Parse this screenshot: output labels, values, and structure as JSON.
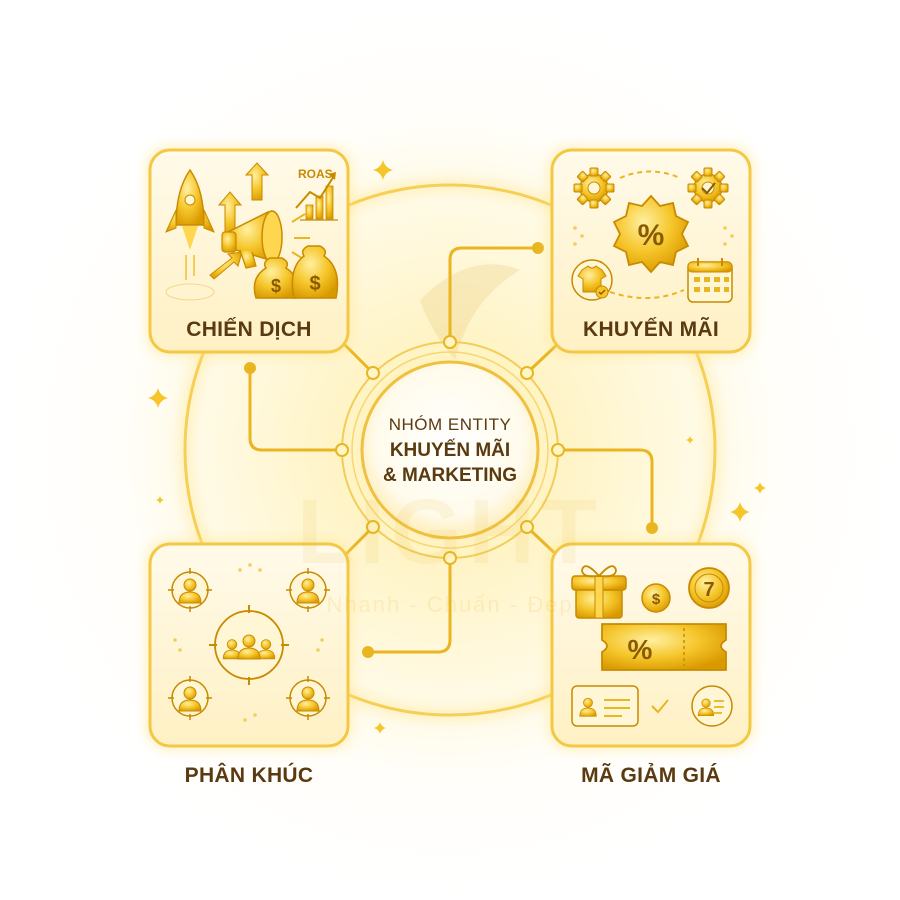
{
  "center": {
    "subtitle": "NHÓM ENTITY",
    "title_line1": "KHUYẾN MÃI",
    "title_line2": "& MARKETING"
  },
  "nodes": [
    {
      "id": "campaign",
      "label": "CHIẾN DỊCH",
      "chart_tag": "ROAS"
    },
    {
      "id": "promotion",
      "label": "KHUYẾN MÃI"
    },
    {
      "id": "segment",
      "label": "PHÂN KHÚC"
    },
    {
      "id": "coupon",
      "label": "MÃ GIẢM GIÁ",
      "coin_number": "7"
    }
  ],
  "watermark": {
    "logo_text": "LIGHT",
    "slogan": "Nhanh - Chuẩn - Đẹp"
  },
  "icons": {
    "campaign": [
      "rocket-icon",
      "megaphone-icon",
      "growth-chart-icon",
      "money-bag-icon",
      "arrow-up-icon"
    ],
    "promotion": [
      "gear-icon",
      "percent-badge-icon",
      "calendar-icon",
      "tshirt-icon"
    ],
    "segment": [
      "target-person-icon",
      "group-icon"
    ],
    "coupon": [
      "gift-icon",
      "coin-icon",
      "ticket-icon",
      "id-card-icon"
    ]
  },
  "colors": {
    "gold": "#f2b705",
    "gold_dark": "#c88a00",
    "gold_light": "#ffe27a",
    "card_bg": "#fff6d6",
    "text_brown": "#5a3a10"
  }
}
